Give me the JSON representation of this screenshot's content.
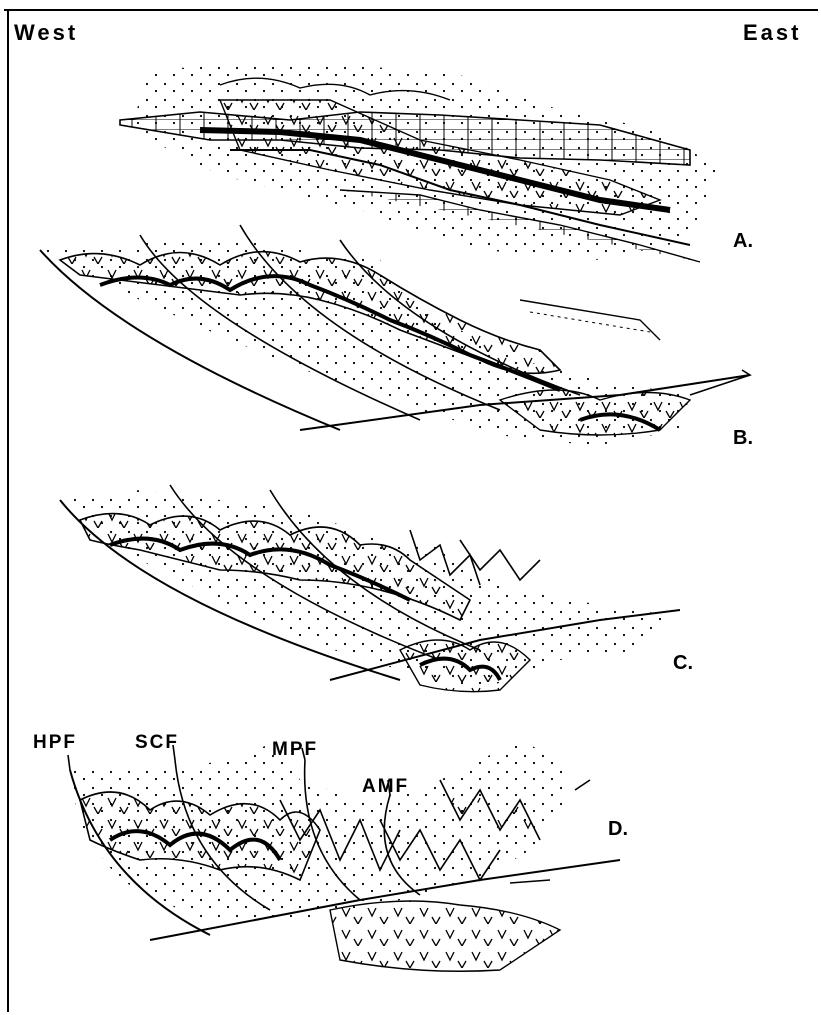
{
  "header": {
    "left_label": "West",
    "right_label": "East"
  },
  "panels": [
    {
      "label": "A."
    },
    {
      "label": "B."
    },
    {
      "label": "C."
    },
    {
      "label": "D."
    }
  ],
  "faults": [
    "HPF",
    "SCF",
    "MPF",
    "AMF"
  ],
  "colors": {
    "ink": "#000000",
    "paper": "#ffffff"
  },
  "patterns": [
    "stipple",
    "v-mark",
    "brick",
    "solid-black-bed"
  ]
}
